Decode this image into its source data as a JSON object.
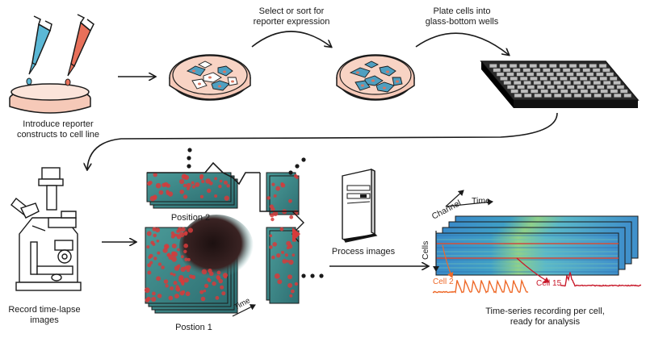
{
  "steps": {
    "introduce": {
      "line1": "Introduce reporter",
      "line2": "constructs to cell line"
    },
    "select": {
      "line1": "Select or sort for",
      "line2": "reporter expression"
    },
    "plate": {
      "line1": "Plate cells into",
      "line2": "glass-bottom wells"
    },
    "record": {
      "line1": "Record time-lapse",
      "line2": "images"
    },
    "process": {
      "label": "Process images"
    },
    "timeseries": {
      "line1": "Time-series recording per cell,",
      "line2": "ready for analysis"
    }
  },
  "positions": {
    "pos2": "Position 2",
    "pos1": "Postion 1",
    "time": "Time"
  },
  "heatmap": {
    "channel": "Channel",
    "time": "Time",
    "cells": "Cells"
  },
  "traces": {
    "cell2": "Cell 2",
    "cell15": "Cell 15"
  },
  "colors": {
    "pipette_blue": "#5bb8d6",
    "pipette_red": "#e8705a",
    "dish": "#f6c9b8",
    "cell_blue": "#4f9fc0",
    "trace_orange": "#ee6a2a",
    "trace_red": "#c8192a",
    "micro_teal": "#3c7f7e",
    "micro_red": "#d63b3b"
  }
}
